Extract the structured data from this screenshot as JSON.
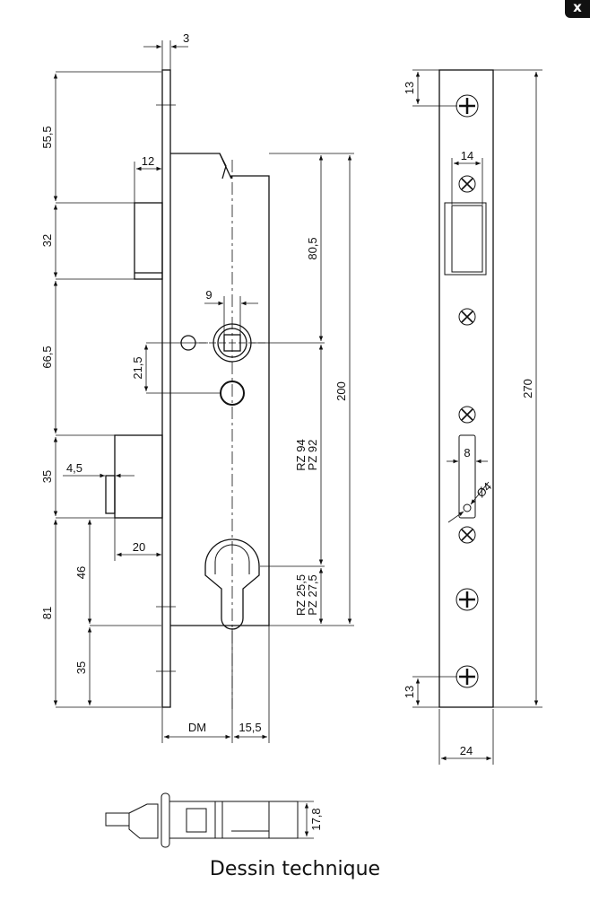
{
  "caption": "Dessin technique",
  "close_button": "x",
  "dimensions": {
    "faceplate_thickness": "3",
    "top_offset": "55,5",
    "latch_depth": "12",
    "latch_height": "32",
    "latch_to_follower": "80,5",
    "follower_square": "9",
    "follower_to_bolt": "66,5",
    "follower_to_hole": "21,5",
    "body_height": "200",
    "bolt_height": "35",
    "bolt_offset": "4,5",
    "bolt_throw": "20",
    "rz_pz_1": "RZ 94",
    "rz_pz_2": "PZ 92",
    "bolt_to_cyl": "46",
    "bottom_offset": "81",
    "cyl_to_bottom": "35",
    "rz_pz_3": "RZ 25,5",
    "rz_pz_4": "PZ 27,5",
    "backset": "DM",
    "cyl_offset": "15,5",
    "plate_top": "13",
    "slot_width": "14",
    "plate_length": "270",
    "small_slot": "8",
    "diameter": "Ø4",
    "plate_bottom": "13",
    "plate_width": "24",
    "thickness": "17,8"
  }
}
